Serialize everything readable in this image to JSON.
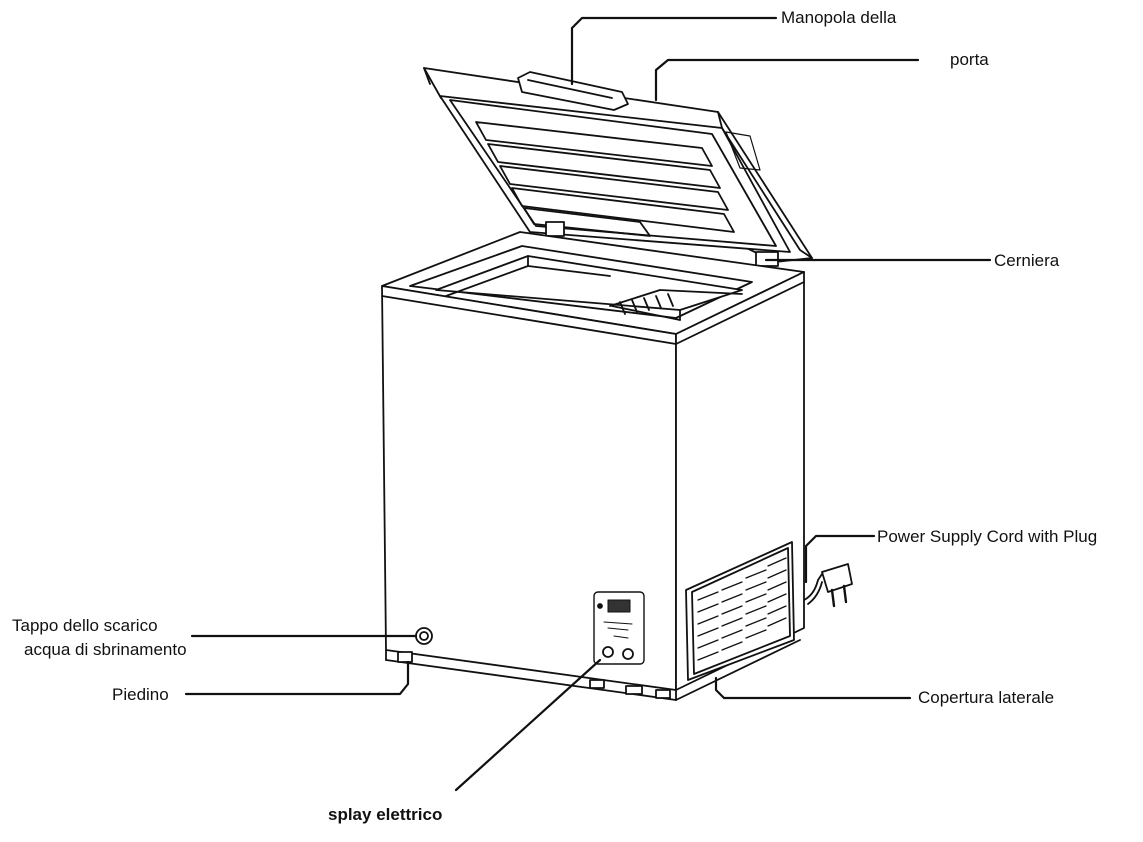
{
  "labels": {
    "manopola": "Manopola della",
    "porta": "porta",
    "cerniera": "Cerniera",
    "power_cord": "Power Supply Cord with Plug",
    "tappo_line1": "Tappo dello scarico",
    "tappo_line2": "acqua di sbrinamento",
    "piedino": "Piedino",
    "copertura": "Copertura laterale",
    "display": "splay elettrico"
  },
  "colors": {
    "line": "#111111",
    "background": "#ffffff"
  }
}
